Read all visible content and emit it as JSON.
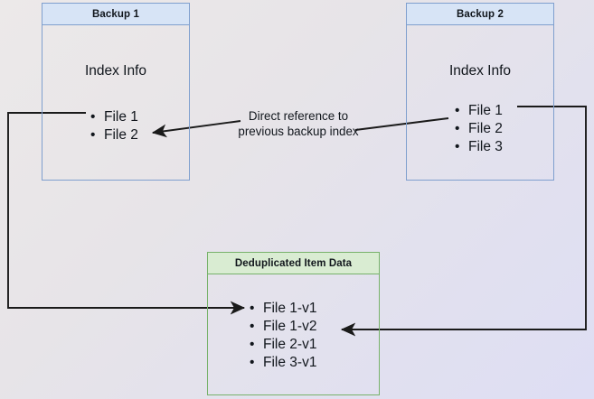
{
  "diagram": {
    "title": "Backup deduplication index reference diagram",
    "background": {
      "from_color": "#ece9e9",
      "to_color": "#dedef4"
    },
    "colors": {
      "blue_border": "#7f9fce",
      "blue_header_fill": "#d7e4f6",
      "green_border": "#77b26a",
      "green_header_fill": "#d9ecd2",
      "connector": "#1a1a1a",
      "text": "#11161c"
    },
    "boxes": {
      "backup1": {
        "header": "Backup 1",
        "section_title": "Index Info",
        "items": [
          "File 1",
          "File 2"
        ]
      },
      "backup2": {
        "header": "Backup 2",
        "section_title": "Index Info",
        "items": [
          "File 1",
          "File 2",
          "File 3"
        ]
      },
      "dedup": {
        "header": "Deduplicated Item Data",
        "items": [
          "File 1-v1",
          "File 1-v2",
          "File 2-v1",
          "File 3-v1"
        ]
      }
    },
    "labels": {
      "direct_reference_line1": "Direct reference to",
      "direct_reference_line2": "previous backup index"
    }
  }
}
